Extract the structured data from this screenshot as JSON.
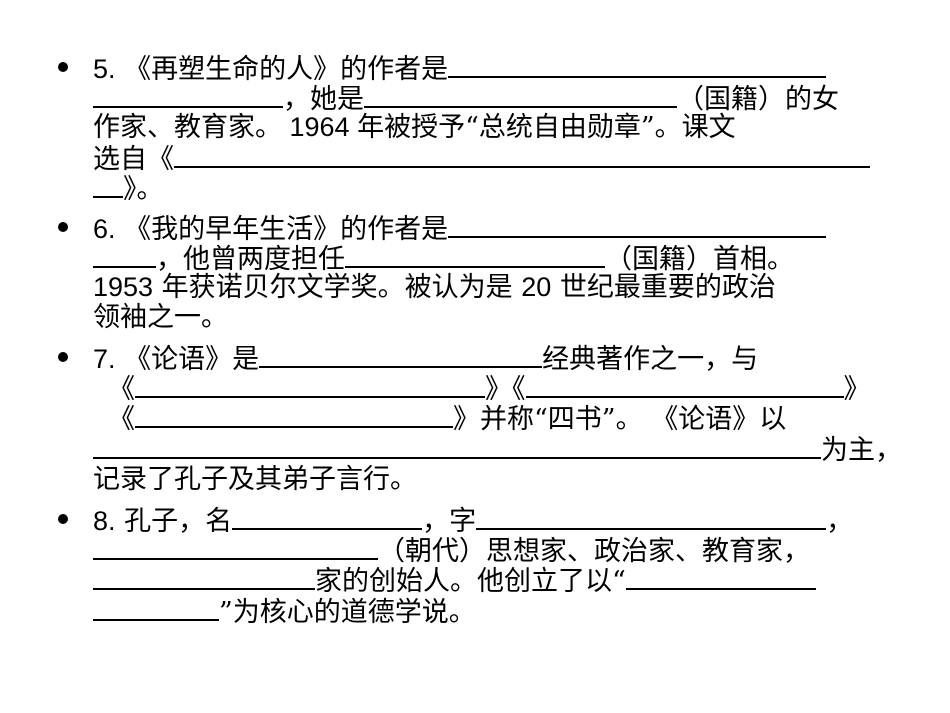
{
  "items": [
    {
      "number": "5.",
      "rows": [
        {
          "t1": " 《再塑生命的人》的作者是"
        },
        {
          "t1": "，她是",
          "t2": "（国籍）的女"
        },
        {
          "t1": "作家、教育家。",
          "n1": " 1964 ",
          "t2": "年被授予“总统自由勋章”。课文"
        },
        {
          "t1": "选自《"
        },
        {
          "t1": "》。"
        }
      ]
    },
    {
      "number": "6.",
      "rows": [
        {
          "t1": " 《我的早年生活》的作者是"
        },
        {
          "t1": "，他曾两度担任",
          "t2": "（国籍）首相。"
        },
        {
          "n1": "1953",
          "t1": " 年获诺贝尔文学奖。被认为是 ",
          "n2": "20",
          "t2": " 世纪最重要的政治"
        },
        {
          "t1": "领袖之一。"
        }
      ]
    },
    {
      "number": "7.",
      "rows": [
        {
          "t1": " 《论语》是",
          "t2": "经典著作之一，与"
        },
        {
          "t1": "《",
          "t2": "》《",
          "t3": "》"
        },
        {
          "t1": "《",
          "t2": "》并称“四书”。 《论语》以"
        },
        {
          "t1": "为主，"
        },
        {
          "t1": "记录了孔子及其弟子言行。"
        }
      ]
    },
    {
      "number": "8.",
      "rows": [
        {
          "t1": " 孔子，名",
          "t2": "，字",
          "t3": "，"
        },
        {
          "t1": "（朝代）思想家、政治家、教育家，"
        },
        {
          "t1": "家的创始人。他创立了以“"
        },
        {
          "t1": "”为核心的道德学说。"
        }
      ]
    }
  ]
}
